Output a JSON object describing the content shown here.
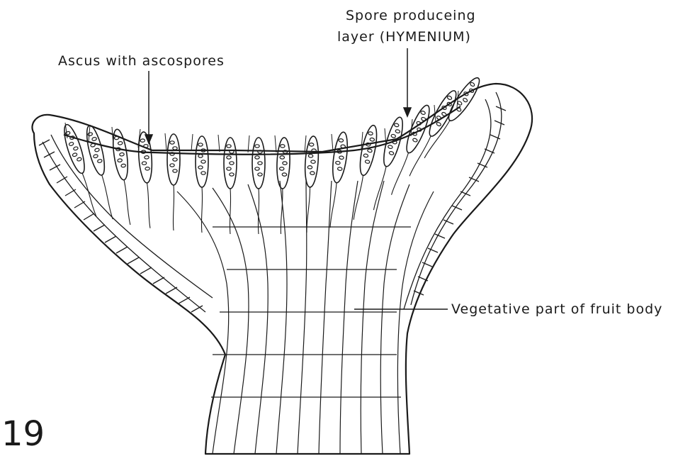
{
  "diagram": {
    "figure_number": "19",
    "labels": {
      "ascus": "Ascus with ascospores",
      "hymenium_line1": "Spore produceing",
      "hymenium_line2": "layer (HYMENIUM)",
      "vegetative": "Vegetative part of fruit body"
    },
    "ink_color": "#1a1a1a",
    "background": "#ffffff"
  }
}
